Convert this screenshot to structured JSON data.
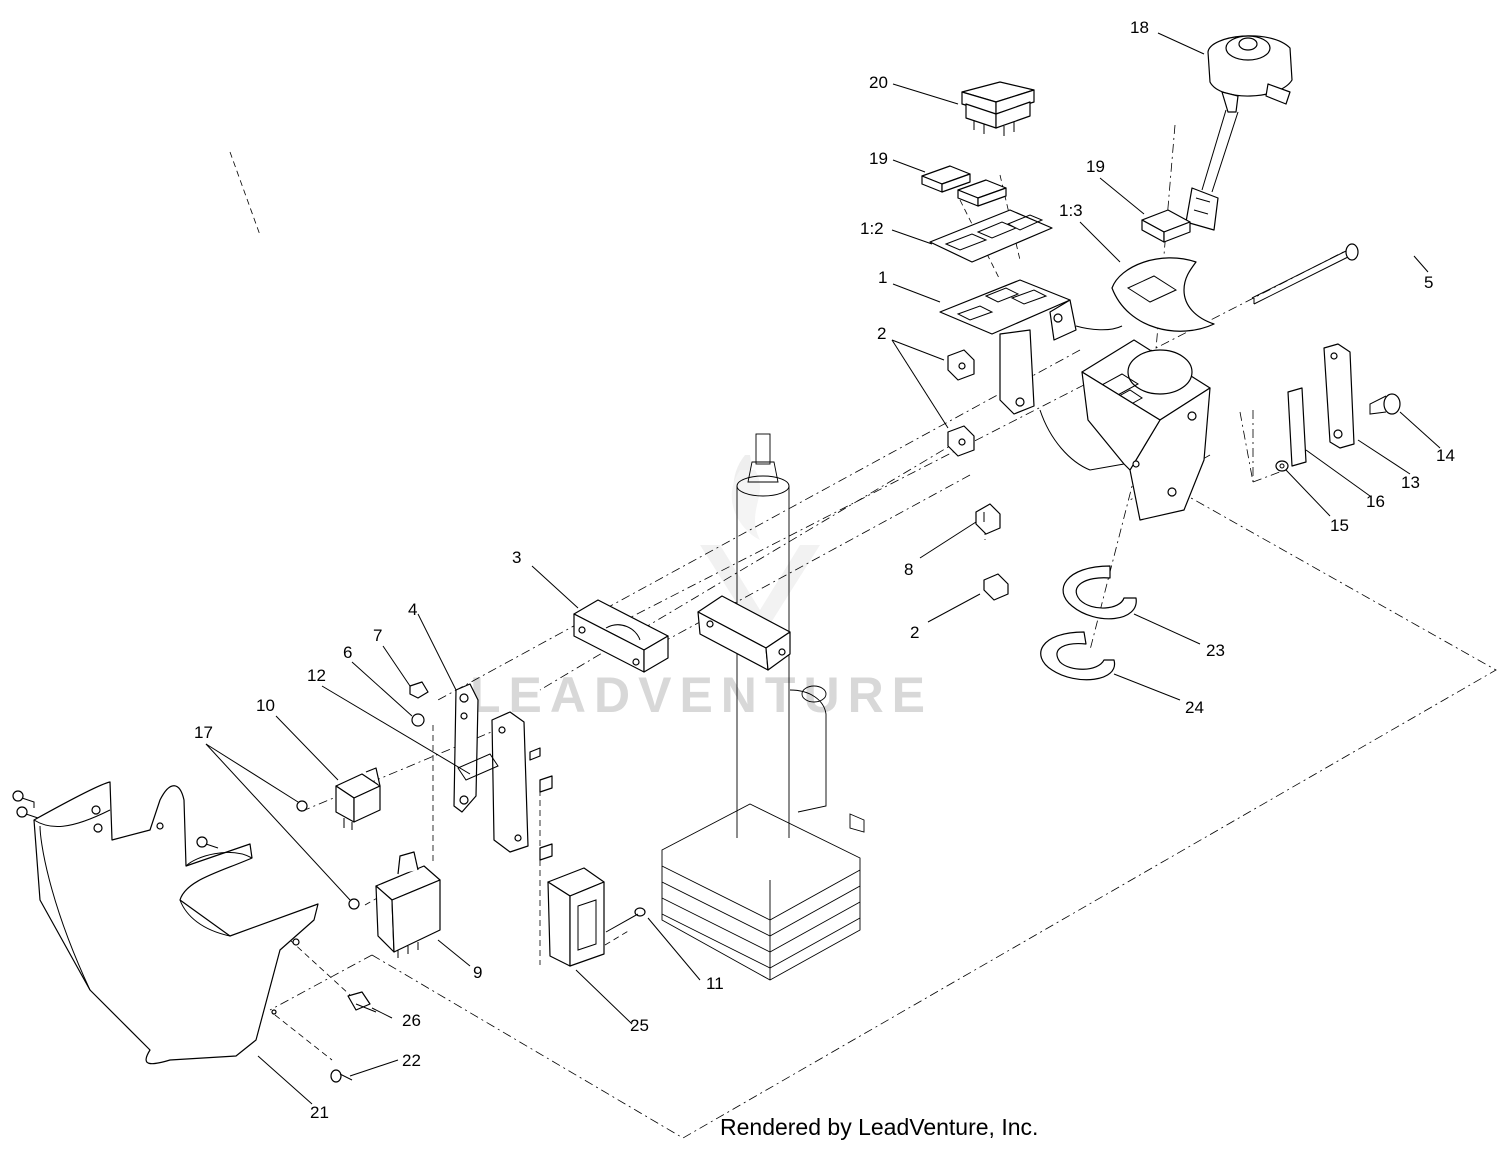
{
  "watermark": {
    "text": "LEADVENTURE"
  },
  "footer": {
    "credit": "Rendered by LeadVenture, Inc."
  },
  "callouts": [
    "20",
    "18",
    "19",
    "19",
    "1:2",
    "1:3",
    "1",
    "5",
    "2",
    "14",
    "13",
    "16",
    "15",
    "8",
    "2",
    "3",
    "23",
    "24",
    "4",
    "7",
    "6",
    "12",
    "10",
    "17",
    "9",
    "11",
    "26",
    "25",
    "22",
    "21"
  ]
}
